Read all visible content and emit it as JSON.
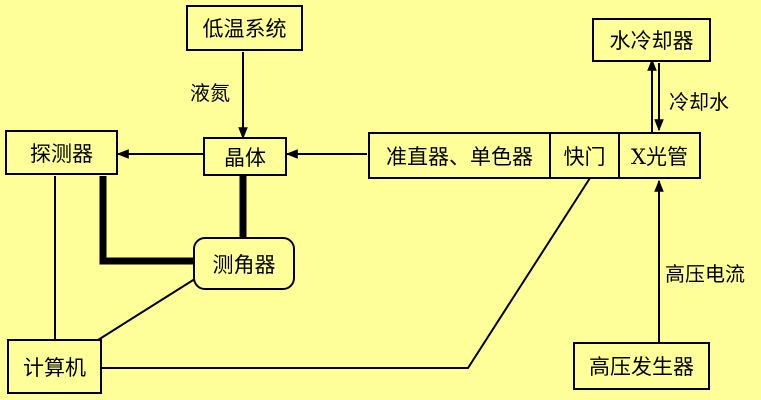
{
  "colors": {
    "background": "#FFFF99",
    "line": "#000000"
  },
  "boxes": {
    "cryo": "低温系统",
    "water_cooler": "水冷却器",
    "detector": "探测器",
    "crystal": "晶体",
    "collimator": "准直器、单色器",
    "shutter": "快门",
    "xray_tube": "X光管",
    "goniometer": "测角器",
    "computer": "计算机",
    "hv_generator": "高压发生器"
  },
  "labels": {
    "liquid_nitrogen": "液氮",
    "cooling_water": "冷却水",
    "high_voltage_current": "高压电流"
  }
}
